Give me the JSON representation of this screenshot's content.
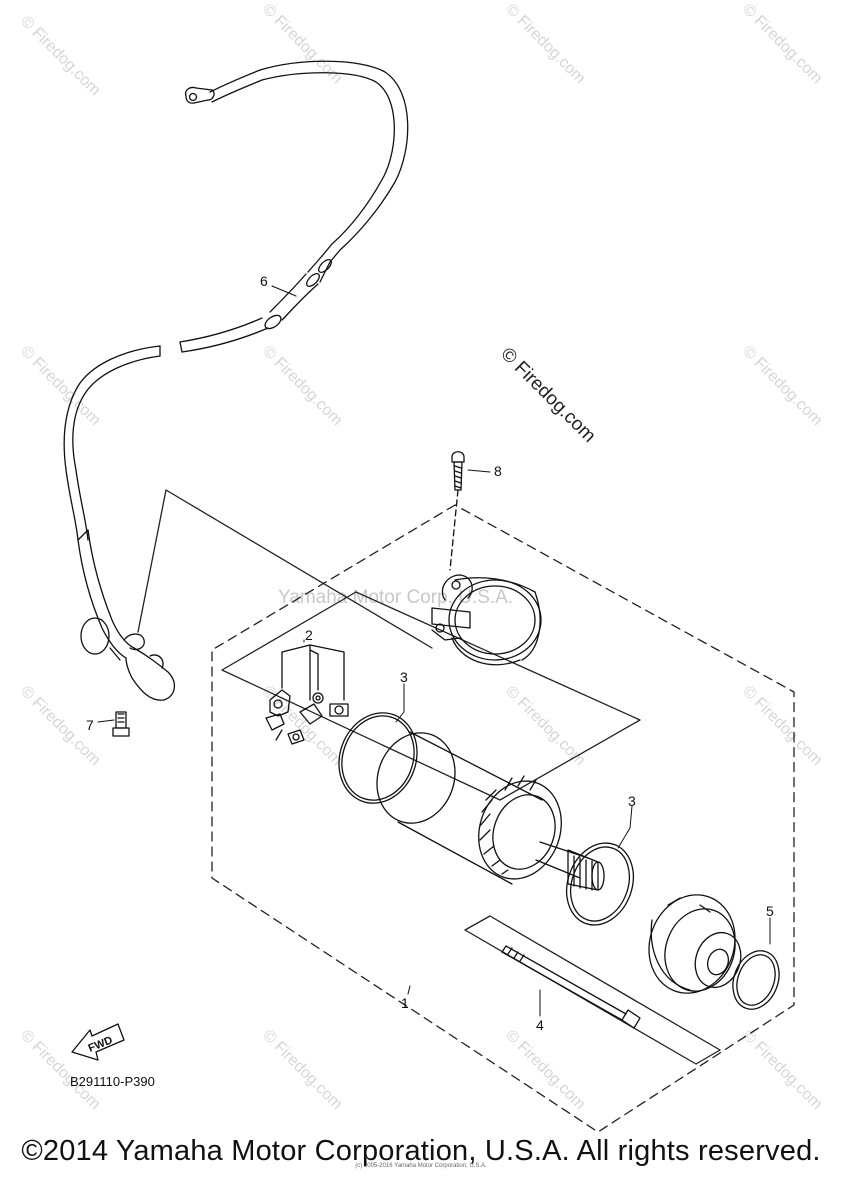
{
  "callouts": {
    "c1": "1",
    "c2": "2",
    "c3a": "3",
    "c3b": "3",
    "c4": "4",
    "c5": "5",
    "c6": "6",
    "c7": "7",
    "c8": "8"
  },
  "fwd_label": "FWD",
  "diagram_code": "B291110-P390",
  "center_watermark": "Yamaha Motor Corp. U.S.A.",
  "firedog_big": "© Firedog.com",
  "firedog_small": "© Firedog.com",
  "copyright": "©2014 Yamaha Motor Corporation, U.S.A. All rights reserved.",
  "tiny_note": "(c) 2005-2016 Yamaha Motor Corporation, U.S.A."
}
